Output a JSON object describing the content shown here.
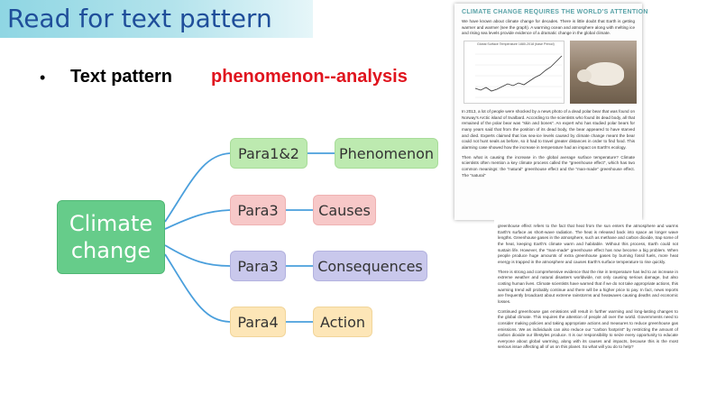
{
  "header": {
    "title": "Read for text pattern"
  },
  "bullet": {
    "marker": "•",
    "label": "Text pattern",
    "value": "phenomenon--analysis"
  },
  "diagram": {
    "root": {
      "line1": "Climate",
      "line2": "change"
    },
    "branches": [
      {
        "para": "Para1&2",
        "topic": "Phenomenon"
      },
      {
        "para": "Para3",
        "topic": "Causes"
      },
      {
        "para": "Para3",
        "topic": "Consequences"
      },
      {
        "para": "Para4",
        "topic": "Action"
      }
    ]
  },
  "colors": {
    "root": "#66cc8a",
    "green": "#bdeab0",
    "pink": "#f7c8c8",
    "blue": "#c9c8ec",
    "yellow": "#fde6b7",
    "connector": "#4a9fdc",
    "title": "#1f4e9a",
    "highlight": "#e0141e"
  },
  "article": {
    "heading": "CLIMATE CHANGE REQUIRES THE WORLD'S ATTENTION",
    "intro": "We have known about climate change for decades. There is little doubt that Earth is getting warmer and warmer (see the graph). A warming ocean and atmosphere along with melting ice and rising sea levels provide evidence of a dramatic change in the global climate.",
    "graph_title": "Global Surface Temperature 1880-2018 (base Period)",
    "para2": "In 2013, a lot of people were shocked by a news photo of a dead polar bear that was found on Norway's Arctic island of Svalbard. According to the scientists who found its dead body, all that remained of the polar bear was \"skin and bones\". An expert who has studied polar bears for many years said that from the position of its dead body, the bear appeared to have starved and died. Experts claimed that low sea-ice levels caused by climate change meant the bear could not hunt seals as before, so it had to travel greater distances in order to find food. This alarming case showed how the increase in temperature had an impact on Earth's ecology.",
    "para3": "Then what is causing the increase in the global average surface temperature? Climate scientists often mention a key climate process called the \"greenhouse effect\", which has two common meanings: the \"natural\" greenhouse effect and the \"man-made\" greenhouse effect. The \"natural\"",
    "para4": "greenhouse effect refers to the fact that heat from the sun enters the atmosphere and warms Earth's surface as short-wave radiation. The heat is released back into space as longer wave lengths. Greenhouse gases in the atmosphere, such as methane and carbon dioxide, trap some of the heat, keeping Earth's climate warm and habitable. Without this process, Earth could not sustain life. However, the \"man-made\" greenhouse effect has now become a big problem. When people produce huge amounts of extra greenhouse gases by burning fossil fuels, more heat energy is trapped in the atmosphere and causes Earth's surface temperature to rise quickly.",
    "para5": "There is strong and comprehensive evidence that the rise in temperature has led to an increase in extreme weather and natural disasters worldwide, not only causing serious damage, but also costing human lives. Climate scientists have warned that if we do not take appropriate actions, this warming trend will probably continue and there will be a higher price to pay. In fact, news reports are frequently broadcast about extreme rainstorms and heatwaves causing deaths and economic losses.",
    "para6": "Continued greenhouse gas emissions will result in further warming and long-lasting changes to the global climate. This requires the attention of people all over the world. Governments need to consider making policies and taking appropriate actions and measures to reduce greenhouse gas emissions. We as individuals can also reduce our \"carbon footprint\" by restricting the amount of carbon dioxide our lifestyles produce. It is our responsibility to seize every opportunity to educate everyone about global warming, along with its causes and impacts, because this is the most serious issue affecting all of us on this planet. So what will you do to help?"
  }
}
